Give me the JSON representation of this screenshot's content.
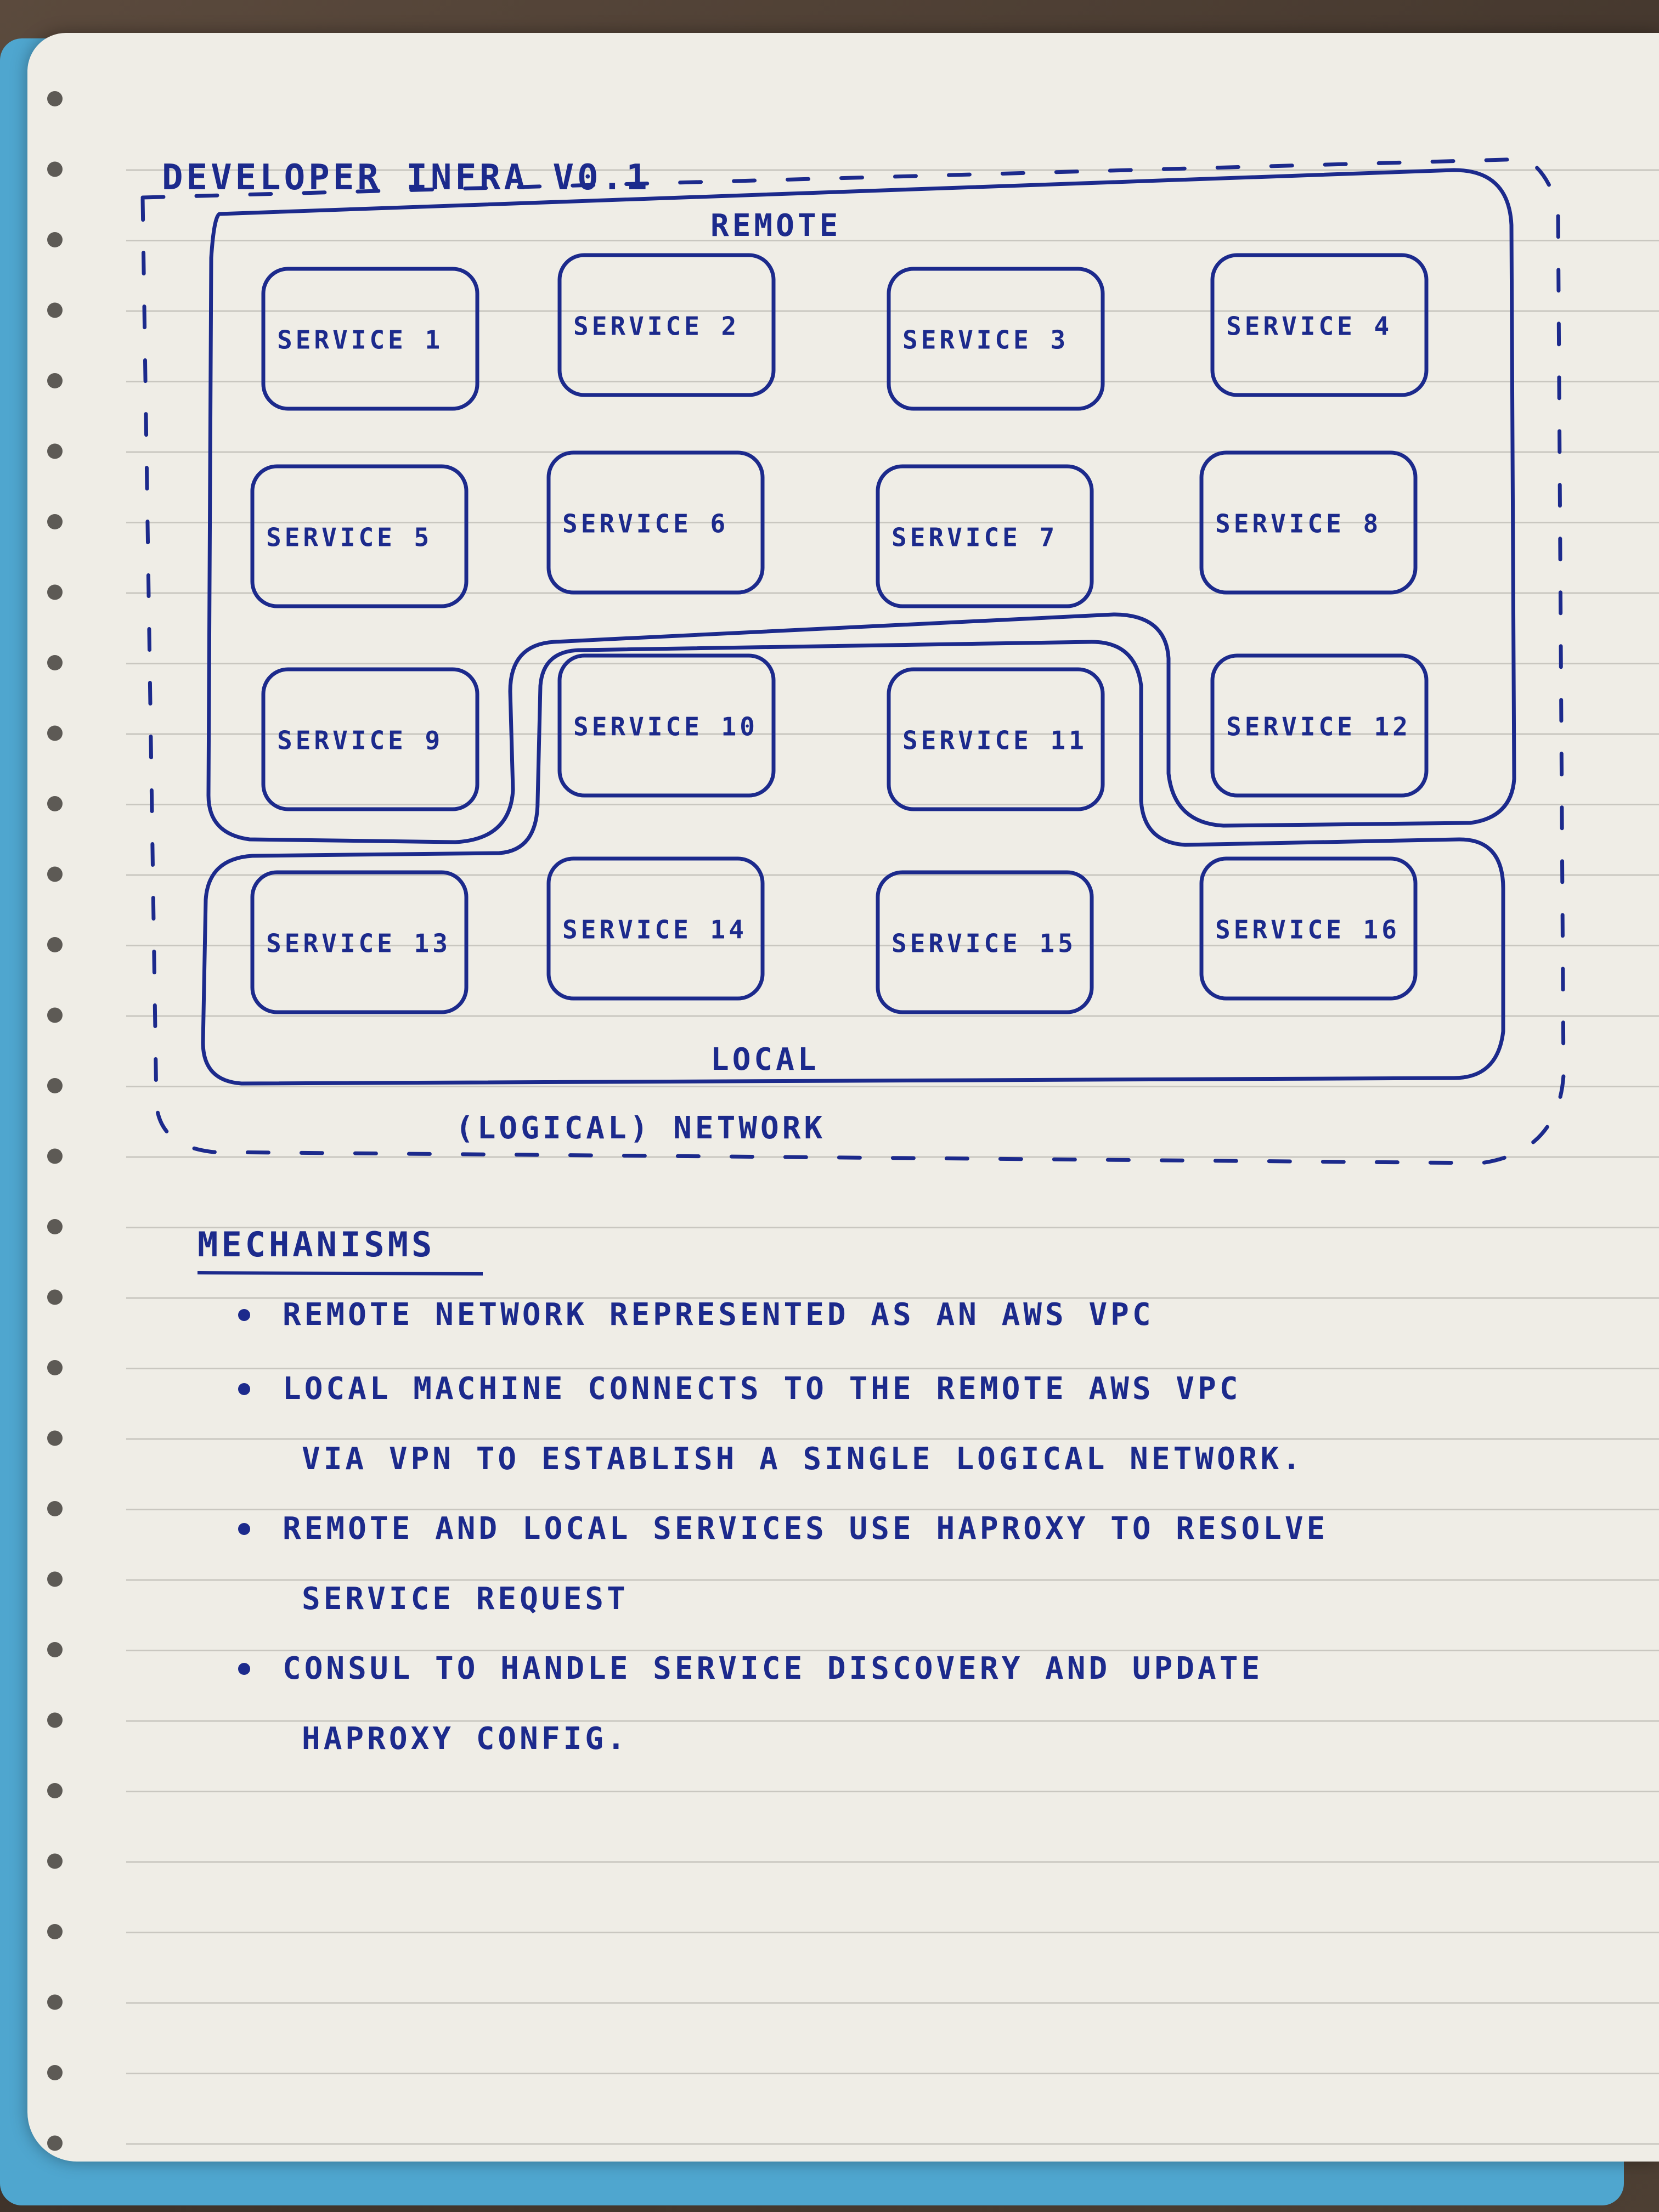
{
  "title": "DEVELOPER INFRA V0.1",
  "diagram": {
    "remote_label": "REMOTE",
    "local_label": "LOCAL",
    "network_label": "(LOGICAL) NETWORK",
    "services": [
      {
        "id": 1,
        "label": "SERVICE 1",
        "group": "remote"
      },
      {
        "id": 2,
        "label": "SERVICE 2",
        "group": "remote"
      },
      {
        "id": 3,
        "label": "SERVICE 3",
        "group": "remote"
      },
      {
        "id": 4,
        "label": "SERVICE 4",
        "group": "remote"
      },
      {
        "id": 5,
        "label": "SERVICE 5",
        "group": "remote"
      },
      {
        "id": 6,
        "label": "SERVICE 6",
        "group": "remote"
      },
      {
        "id": 7,
        "label": "SERVICE 7",
        "group": "remote"
      },
      {
        "id": 8,
        "label": "SERVICE 8",
        "group": "remote"
      },
      {
        "id": 9,
        "label": "SERVICE 9",
        "group": "remote"
      },
      {
        "id": 10,
        "label": "SERVICE 10",
        "group": "local"
      },
      {
        "id": 11,
        "label": "SERVICE 11",
        "group": "local"
      },
      {
        "id": 12,
        "label": "SERVICE 12",
        "group": "remote"
      },
      {
        "id": 13,
        "label": "SERVICE 13",
        "group": "local"
      },
      {
        "id": 14,
        "label": "SERVICE 14",
        "group": "local"
      },
      {
        "id": 15,
        "label": "SERVICE 15",
        "group": "local"
      },
      {
        "id": 16,
        "label": "SERVICE 16",
        "group": "local"
      }
    ]
  },
  "notes": {
    "heading": "MECHANISMS",
    "bullets": [
      [
        "REMOTE NETWORK REPRESENTED AS AN AWS VPC"
      ],
      [
        "LOCAL MACHINE CONNECTS TO THE REMOTE AWS VPC",
        "VIA VPN TO ESTABLISH A SINGLE LOGICAL NETWORK."
      ],
      [
        "REMOTE AND LOCAL SERVICES USE HAPROXY TO RESOLVE",
        "SERVICE REQUEST"
      ],
      [
        "CONSUL TO HANDLE SERVICE DISCOVERY AND UPDATE",
        "HAPROXY CONFIG."
      ]
    ]
  },
  "colors": {
    "ink": "#1c2a8c",
    "paper": "#efede6",
    "rule": "#c9c7c0",
    "cover": "#4fa6cf"
  }
}
